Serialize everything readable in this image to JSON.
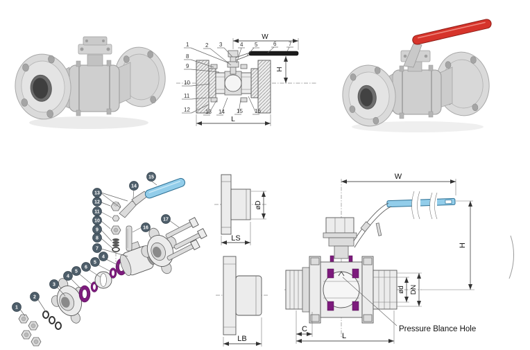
{
  "colors": {
    "background": "#ffffff",
    "drawing_line": "#555555",
    "handle_dark": "#1c1c1c",
    "handle_red": "#d6342b",
    "handle_blue": "#92cdea",
    "seal_purple": "#7d1b7d",
    "badge_background": "#4e5e6a",
    "steel_light": "#ececec"
  },
  "section_drawing": {
    "parts_top": [
      "1",
      "2",
      "3",
      "4",
      "5",
      "6",
      "7"
    ],
    "parts_left": [
      "8",
      "9",
      "10",
      "11",
      "12"
    ],
    "parts_bottom": [
      "13",
      "14",
      "15",
      "16"
    ],
    "dim_w": "W",
    "dim_h": "H",
    "dim_l": "L"
  },
  "exploded_view": {
    "badges": [
      "1",
      "2",
      "3",
      "4",
      "5",
      "6",
      "5",
      "4",
      "7",
      "8",
      "9",
      "10",
      "11",
      "12",
      "13",
      "14",
      "15",
      "16",
      "17"
    ]
  },
  "flange_views": {
    "ls_label": "LS",
    "lb_label": "LB",
    "bore_label": "øD"
  },
  "dimension_drawing": {
    "dim_w": "W",
    "dim_h": "H",
    "dim_od": "ød",
    "dim_dn": "DN",
    "dim_c": "C",
    "dim_l": "L",
    "annotation": "Pressure Blance Hole"
  }
}
